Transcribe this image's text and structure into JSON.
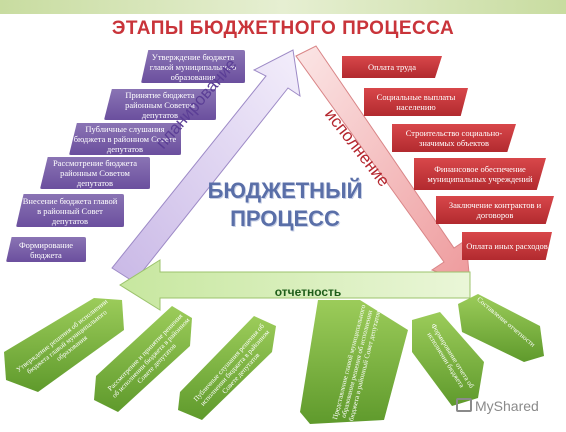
{
  "title": "ЭТАПЫ БЮДЖЕТНОГО ПРОЦЕССА",
  "center": {
    "line1": "БЮДЖЕТНЫЙ",
    "line2": "ПРОЦЕСС"
  },
  "arrows": {
    "left": "планирование",
    "right": "исполнение",
    "bottom": "отчетность"
  },
  "planning_items": [
    "Утверждение бюджета главой муниципального образования",
    "Принятие бюджета районным Советом депутатов",
    "Публичные слушания бюджета в районном Совете депутатов",
    "Рассмотрение бюджета районным Советом депутатов",
    "Внесение бюджета главой в районный Совет депутатов",
    "Формирование бюджета"
  ],
  "execution_items": [
    "Оплата труда",
    "Социальные выплаты населению",
    "Строительство социально-значимых объектов",
    "Финансовое обеспечение муниципальных учреждений",
    "Заключение контрактов и договоров",
    "Оплата иных расходов"
  ],
  "reporting_items": [
    "Утверждение решения об исполнении бюджета главой муниципального образования",
    "Рассмотрение и принятие решения об исполнении бюджета в районном Совете депутатов",
    "Публичные слушания решения об исполнении бюджета в районном Совете депутатов",
    "Представление главой муниципального образования решения об исполнении бюджета в районный Совет депутатов",
    "Формирование отчета об исполнении бюджета",
    "Составление отчетности"
  ],
  "watermark": "MyShared",
  "colors": {
    "planning": "#6b4f9e",
    "execution": "#b22a2f",
    "reporting": "#7aa83a",
    "title": "#c9343a"
  }
}
